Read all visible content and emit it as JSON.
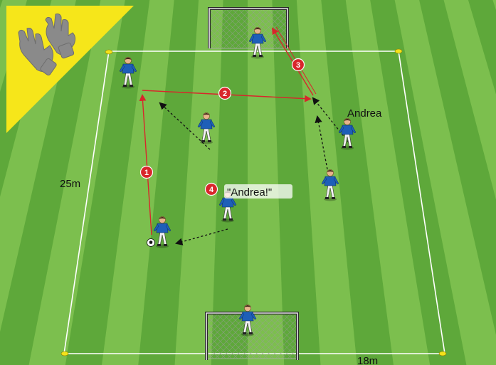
{
  "labels": {
    "width_label": "25m",
    "length_label": "18m",
    "player_name": "Andrea",
    "call_text": "\"Andrea!\""
  },
  "steps": [
    "1",
    "2",
    "3",
    "4"
  ],
  "colors": {
    "pitch_light": "#7cbf4e",
    "pitch_dark": "#5ea83a",
    "lines": "#ffffff",
    "cones": "#f3e21a",
    "pass_arrow": "#d8262b",
    "step_badge": "#d8262b",
    "run_arrow": "#111111",
    "player_shirt": "#1e5fb8",
    "logo_background": "#f6e61a",
    "logo_gloves": "#8a8a8a"
  },
  "icons": {
    "logo": "goalkeeper-gloves-icon",
    "ball": "soccer-ball-icon"
  }
}
